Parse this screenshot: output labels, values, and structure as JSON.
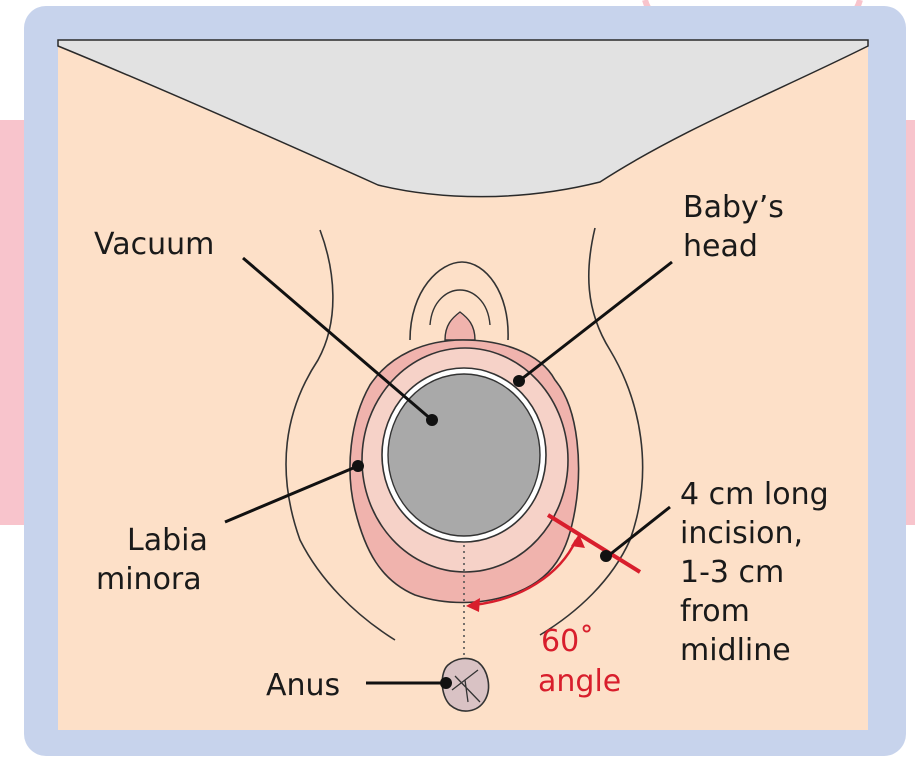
{
  "labels": {
    "vacuum": "Vacuum",
    "babys_head_1": "Baby’s",
    "babys_head_2": "head",
    "incision_1": "4 cm long",
    "incision_2": "incision,",
    "incision_3": "1-3 cm",
    "incision_4": "from",
    "incision_5": "midline",
    "labia_1": "Labia",
    "labia_2": "minora",
    "anus": "Anus",
    "angle_1": "60˚",
    "angle_2": "angle"
  },
  "colors": {
    "frame": "#c7d3ec",
    "skin": "#fde0c8",
    "garment": "#e2e2e2",
    "labia": "#f0b3ad",
    "head_ring": "#f6d2c8",
    "vacuum": "#a9a9a9",
    "incision": "#d81e2c",
    "pink_band": "#f8c4cc"
  }
}
